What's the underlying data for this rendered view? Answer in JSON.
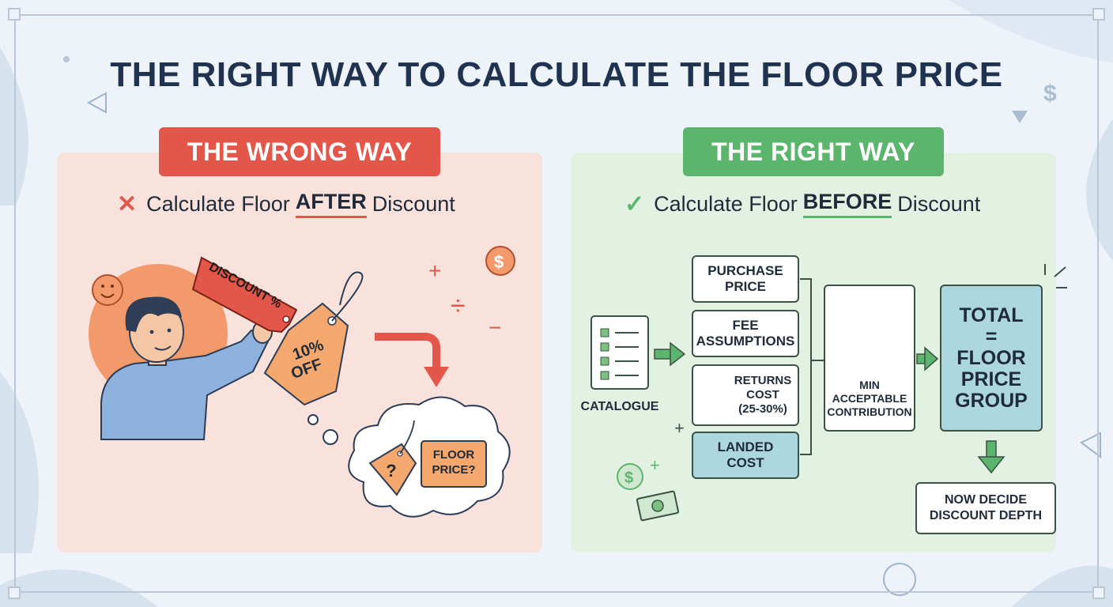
{
  "title": "THE RIGHT WAY TO CALCULATE THE FLOOR PRICE",
  "wrong": {
    "banner": "THE WRONG WAY",
    "mark": "✕",
    "sub_pre": "Calculate Floor",
    "sub_emph": "AFTER",
    "sub_post": "Discount",
    "tag_discount": "DISCOUNT %",
    "tag_off_1": "10%",
    "tag_off_2": "OFF",
    "cloud_tag": "?",
    "cloud_text": "FLOOR\nPRICE?"
  },
  "right": {
    "banner": "THE RIGHT WAY",
    "mark": "✓",
    "sub_pre": "Calculate Floor",
    "sub_emph": "BEFORE",
    "sub_post": "Discount",
    "catalogue": "CATALOGUE",
    "purchase": "PURCHASE\nPRICE",
    "fee": "FEE\nASSUMPTIONS",
    "returns": "RETURNS\nCOST\n(25-30%)",
    "landed": "LANDED\nCOST",
    "contribution": "MIN\nACCEPTABLE\nCONTRIBUTION",
    "total": "TOTAL\n=\nFLOOR\nPRICE\nGROUP",
    "decide": "NOW DECIDE\nDISCOUNT DEPTH"
  },
  "colors": {
    "red": "#e2574a",
    "green": "#5cb56c",
    "navy": "#1f3350",
    "orange": "#f29a6b",
    "lightblue": "#acd6e0"
  }
}
